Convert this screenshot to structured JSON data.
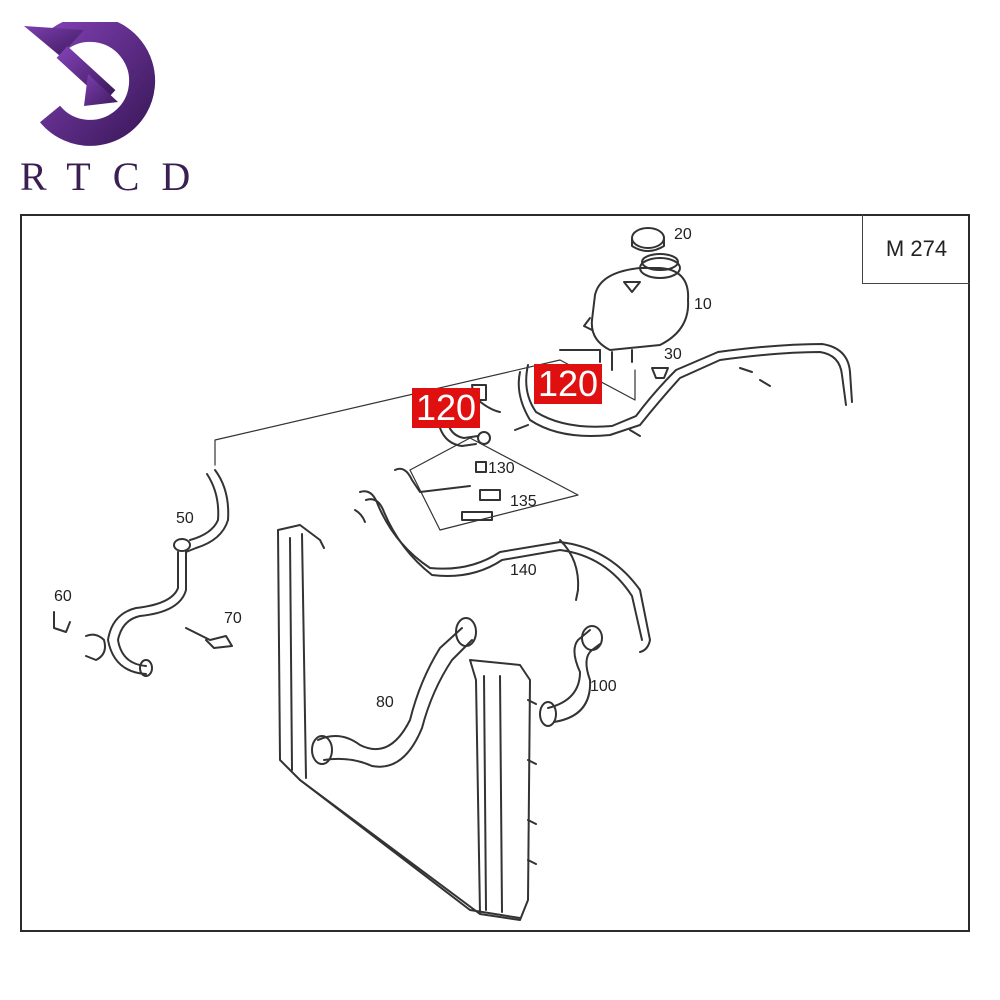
{
  "logo": {
    "text": "RTCD",
    "color": "#5a2d82"
  },
  "model_code": "M 274",
  "callouts": [
    {
      "id": "10",
      "text": "10"
    },
    {
      "id": "20",
      "text": "20"
    },
    {
      "id": "30",
      "text": "30"
    },
    {
      "id": "50",
      "text": "50"
    },
    {
      "id": "60",
      "text": "60"
    },
    {
      "id": "70",
      "text": "70"
    },
    {
      "id": "80",
      "text": "80"
    },
    {
      "id": "100",
      "text": "100"
    },
    {
      "id": "130",
      "text": "130"
    },
    {
      "id": "135",
      "text": "135"
    },
    {
      "id": "140",
      "text": "140"
    }
  ],
  "highlighted": [
    {
      "text": "120",
      "color": "#e01010"
    },
    {
      "text": "120",
      "color": "#e01010"
    }
  ]
}
